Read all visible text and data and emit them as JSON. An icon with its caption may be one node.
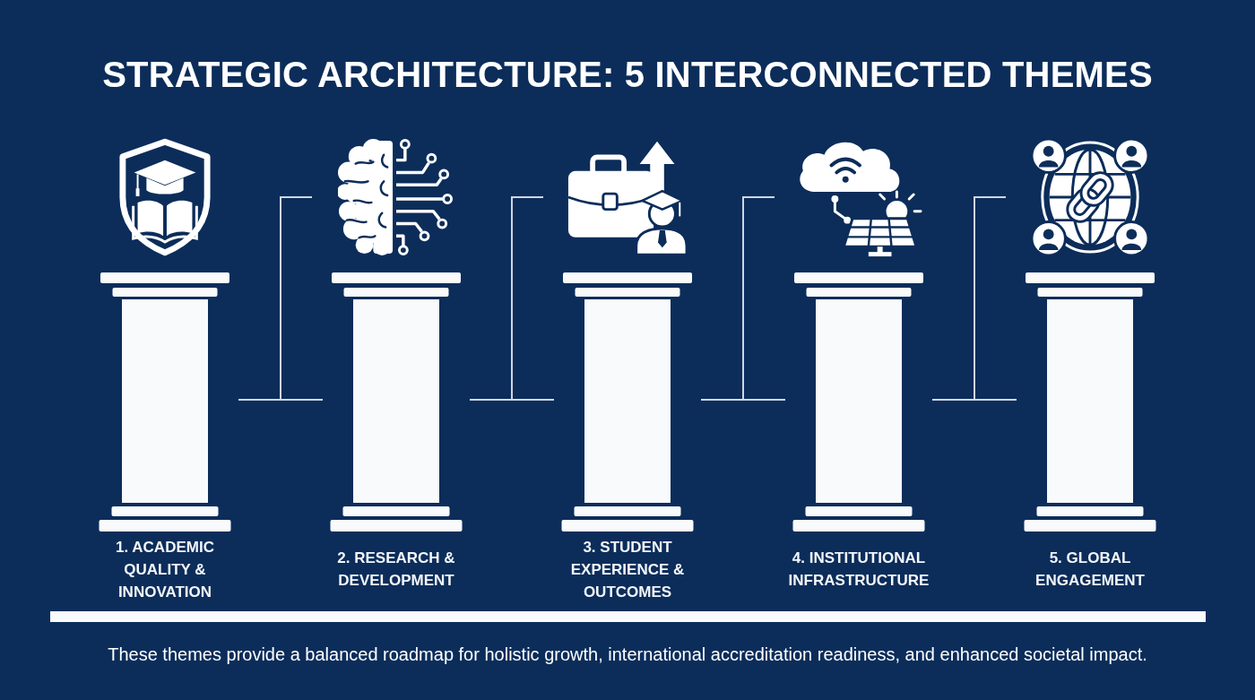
{
  "diagram": {
    "title": "STRATEGIC ARCHITECTURE: 5 INTERCONNECTED THEMES",
    "caption": "These themes provide a balanced roadmap for holistic growth, international accreditation readiness, and enhanced societal impact.",
    "nodes": [
      {
        "text": [
          "1. ACADEMIC QUALITY & INNOVATION"
        ]
      },
      {
        "text": [
          "2. RESEARCH & DEVELOPMENT"
        ]
      },
      {
        "text": [
          "3. STUDENT EXPERIENCE & OUTCOMES"
        ]
      },
      {
        "text": [
          "4. INSTITUTIONAL INFRASTRUCTURE"
        ]
      },
      {
        "text": [
          "5. GLOBAL ENGAGEMENT"
        ]
      }
    ],
    "edges": [
      {
        "from": 0,
        "to": 1,
        "arrow": "none"
      },
      {
        "from": 1,
        "to": 2,
        "arrow": "none"
      },
      {
        "from": 2,
        "to": 3,
        "arrow": "none"
      },
      {
        "from": 3,
        "to": 4,
        "arrow": "none"
      }
    ]
  }
}
